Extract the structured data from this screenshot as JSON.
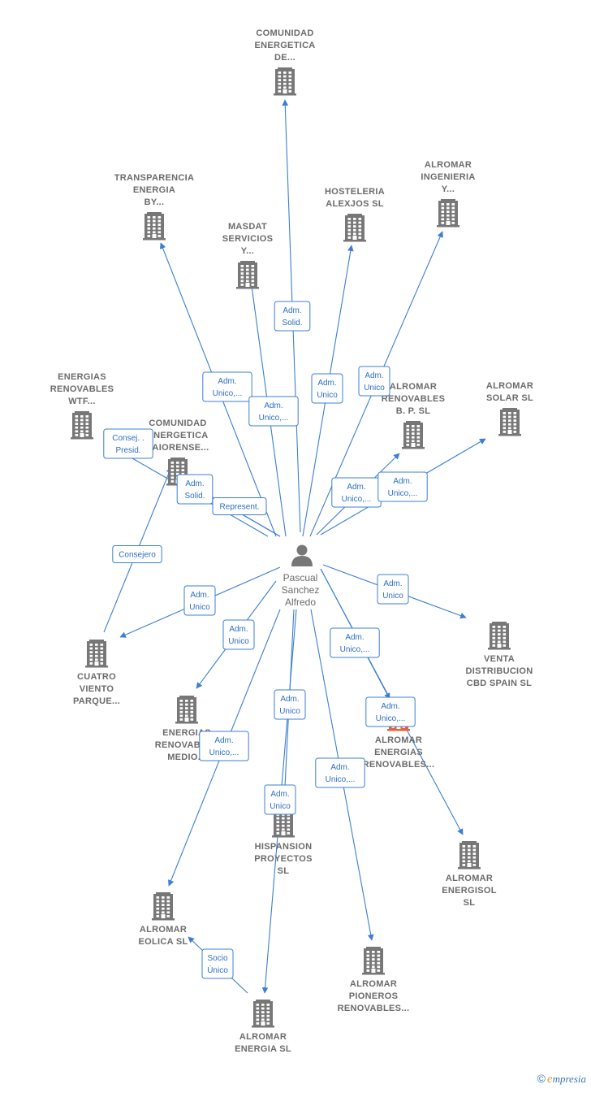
{
  "person": {
    "name_lines": [
      "Pascual",
      "Sanchez",
      "Alfredo"
    ]
  },
  "colors": {
    "edge": "#3b7fd4",
    "building": "#777777",
    "highlight": "#e8603c"
  },
  "companies": [
    {
      "id": "comunidad_energetica_de",
      "lines": [
        "COMUNIDAD",
        "ENERGETICA",
        "DE..."
      ],
      "highlight": false
    },
    {
      "id": "transparencia",
      "lines": [
        "TRANSPARENCIA",
        "ENERGIA",
        "BY..."
      ],
      "highlight": false
    },
    {
      "id": "masdat",
      "lines": [
        "MASDAT",
        "SERVICIOS",
        "Y..."
      ],
      "highlight": false
    },
    {
      "id": "hosteleria",
      "lines": [
        "HOSTELERIA",
        "ALEXJOS  SL"
      ],
      "highlight": false
    },
    {
      "id": "alromar_ingenieria",
      "lines": [
        "ALROMAR",
        "INGENIERIA",
        "Y..."
      ],
      "highlight": false
    },
    {
      "id": "energias_renovables_wtf",
      "lines": [
        "ENERGIAS",
        "RENOVABLES",
        "WTF..."
      ],
      "highlight": false
    },
    {
      "id": "comunidad_laiorense",
      "lines": [
        "COMUNIDAD",
        "ENERGETICA",
        "LAIORENSE..."
      ],
      "highlight": false
    },
    {
      "id": "alromar_renovables_bp",
      "lines": [
        "ALROMAR",
        "RENOVABLES",
        "B. P.  SL"
      ],
      "highlight": false
    },
    {
      "id": "alromar_solar",
      "lines": [
        "ALROMAR",
        "SOLAR  SL"
      ],
      "highlight": false
    },
    {
      "id": "cuatro_viento",
      "lines": [
        "CUATRO",
        "VIENTO",
        "PARQUE..."
      ],
      "highlight": false
    },
    {
      "id": "venta_distribucion",
      "lines": [
        "VENTA",
        "DISTRIBUCION",
        "CBD SPAIN  SL"
      ],
      "highlight": false
    },
    {
      "id": "energias_renovables_medio",
      "lines": [
        "ENERGIAS",
        "RENOVABLES",
        "MEDIO..."
      ],
      "highlight": false
    },
    {
      "id": "alromar_energias_renovables",
      "lines": [
        "ALROMAR",
        "ENERGIAS",
        "RENOVABLES..."
      ],
      "highlight": true
    },
    {
      "id": "hispansion",
      "lines": [
        "HISPANSION",
        "PROYECTOS",
        "SL"
      ],
      "highlight": false
    },
    {
      "id": "alromar_energisol",
      "lines": [
        "ALROMAR",
        "ENERGISOL",
        "SL"
      ],
      "highlight": false
    },
    {
      "id": "alromar_eolica",
      "lines": [
        "ALROMAR",
        "EOLICA  SL"
      ],
      "highlight": false
    },
    {
      "id": "alromar_pioneros",
      "lines": [
        "ALROMAR",
        "PIONEROS",
        "RENOVABLES..."
      ],
      "highlight": false
    },
    {
      "id": "alromar_energia",
      "lines": [
        "ALROMAR",
        "ENERGIA  SL"
      ],
      "highlight": false
    }
  ],
  "edges": [
    {
      "to": "comunidad_energetica_de",
      "label": [
        "Adm.",
        "Solid."
      ]
    },
    {
      "to": "transparencia",
      "label": [
        "Adm.",
        "Unico,..."
      ]
    },
    {
      "to": "masdat",
      "label": [
        "Adm.",
        "Unico,..."
      ]
    },
    {
      "to": "hosteleria",
      "label": [
        "Adm.",
        "Unico"
      ]
    },
    {
      "to": "alromar_ingenieria",
      "label": [
        "Adm.",
        "Unico"
      ]
    },
    {
      "to": "energias_renovables_wtf",
      "label": [
        "Consej. .",
        "Presid."
      ]
    },
    {
      "to": "comunidad_laiorense",
      "label": [
        "Adm.",
        "Solid."
      ]
    },
    {
      "to": "comunidad_laiorense",
      "label": [
        "Represent."
      ]
    },
    {
      "to": "alromar_renovables_bp",
      "label": [
        "Adm.",
        "Unico,..."
      ]
    },
    {
      "to": "alromar_solar",
      "label": [
        "Adm.",
        "Unico,..."
      ]
    },
    {
      "to": "cuatro_viento",
      "label": [
        "Adm.",
        "Unico"
      ]
    },
    {
      "to": "comunidad_laiorense",
      "label": [
        "Consejero"
      ]
    },
    {
      "to": "venta_distribucion",
      "label": [
        "Adm.",
        "Unico"
      ]
    },
    {
      "to": "energias_renovables_medio",
      "label": [
        "Adm.",
        "Unico"
      ]
    },
    {
      "to": "alromar_energias_renovables",
      "label": [
        "Adm.",
        "Unico,..."
      ]
    },
    {
      "to": "alromar_energisol",
      "label": [
        "Adm.",
        "Unico,..."
      ]
    },
    {
      "to": "hispansion",
      "label": [
        "Adm.",
        "Unico"
      ]
    },
    {
      "to": "alromar_eolica",
      "label": [
        "Adm.",
        "Unico,..."
      ]
    },
    {
      "to": "alromar_energia",
      "label": [
        "Adm.",
        "Unico"
      ]
    },
    {
      "to": "alromar_pioneros",
      "label": [
        "Adm.",
        "Unico,..."
      ]
    },
    {
      "to": "alromar_eolica",
      "label": [
        "Socio",
        "Único"
      ]
    }
  ],
  "brand": {
    "symbol": "©",
    "first": "e",
    "rest": "mpresia"
  }
}
